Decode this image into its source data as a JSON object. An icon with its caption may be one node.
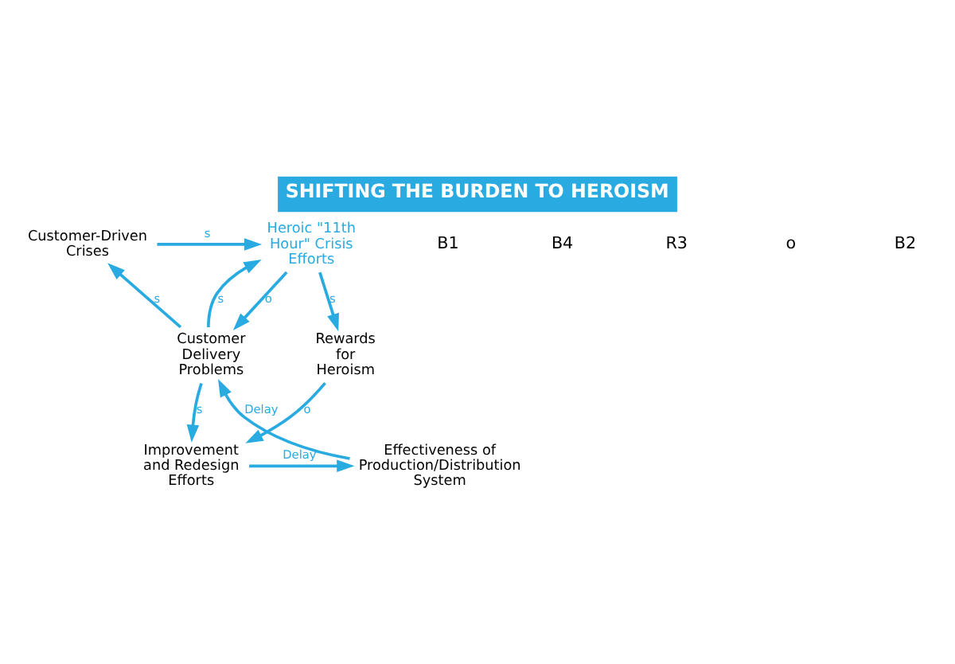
{
  "diagram": {
    "title": "SHIFTING THE BURDEN TO HEROISM",
    "nodes": [
      {
        "text": [
          "Customer-Driven Crises"
        ]
      },
      {
        "text": [
          "Heroic \"11th Hour\" Crisis Efforts"
        ]
      },
      {
        "text": [
          "Customer Delivery Problems"
        ]
      },
      {
        "text": [
          "Rewards for Heroism"
        ]
      },
      {
        "text": [
          "Effectiveness of Production/Distribution System"
        ]
      },
      {
        "text": [
          "Improvement and Redesign Efforts"
        ]
      }
    ],
    "edges": [
      {
        "from": 0,
        "to": 1,
        "arrow": "to",
        "label": "s"
      },
      {
        "from": 2,
        "to": 1,
        "arrow": "to",
        "label": "s"
      },
      {
        "from": 1,
        "to": 2,
        "arrow": "to",
        "label": "o"
      },
      {
        "from": 1,
        "to": 3,
        "arrow": "to",
        "label": "s"
      },
      {
        "from": 2,
        "to": 0,
        "arrow": "to",
        "label": "s"
      },
      {
        "from": 4,
        "to": 2,
        "arrow": "to",
        "label": "Delay"
      },
      {
        "from": 2,
        "to": 5,
        "arrow": "to",
        "label": "s"
      },
      {
        "from": 3,
        "to": 5,
        "arrow": "to",
        "label": "o"
      },
      {
        "from": 5,
        "to": 4,
        "arrow": "to",
        "label": "Delay"
      }
    ],
    "labels": [
      "B1",
      "B4",
      "R3",
      "o",
      "B2"
    ]
  }
}
